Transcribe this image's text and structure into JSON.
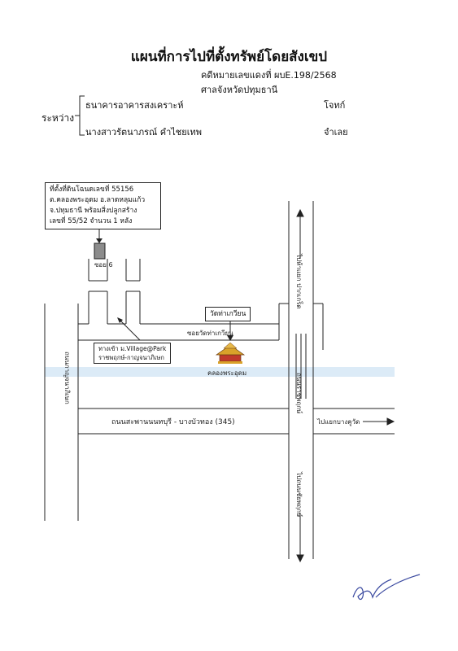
{
  "header": {
    "title": "แผนที่การไปที่ตั้งทรัพย์โดยสังเขป",
    "case_number": "คดีหมายเลขแดงที่ ผบE.198/2568",
    "court": "ศาลจังหวัดปทุมธานี",
    "between_label": "ระหว่าง",
    "plaintiff_name": "ธนาคารอาคารสงเคราะห์",
    "plaintiff_role": "โจทก์",
    "defendant_name": "นางสาวรัตนาภรณ์ คำไชยเทพ",
    "defendant_role": "จำเลย"
  },
  "map": {
    "property_box": {
      "line1": "ที่ตั้งที่ดินโฉนดเลขที่ 55156",
      "line2": "ต.คลองพระอุดม อ.ลาดหลุมแก้ว",
      "line3": "จ.ปทุมธานี พร้อมสิ่งปลูกสร้าง",
      "line4": "เลขที่ 55/52 จำนวน 1 หลัง"
    },
    "soi_label": "ซอย 6",
    "temple_name": "วัดท่าเกวียน",
    "soi_road_label": "ซอยวัดท่าเกวียน",
    "village_box": {
      "line1": "ทางเข้า ม.Village@Park",
      "line2": "ราชพฤกษ์-กาญจนาภิเษก"
    },
    "canal_label": "คลองพระอุดม",
    "main_road_label": "ถนนสะพานนนทบุรี - บางบัวทอง (345)",
    "left_road_label": "ถนนกาญจนาภิเษก",
    "right_road_label": "ถนนราชพฤกษ์",
    "to_north_label": "ไปห้าแยก ปากเกร็ด",
    "to_south_label": "ไปถนนชัยพฤกษ์",
    "to_east_label": "ไปแยกบางคูวัด",
    "canal_color": "#dcebf7",
    "building_color": "#8c8c8c",
    "temple_color": "#d9a22a"
  }
}
